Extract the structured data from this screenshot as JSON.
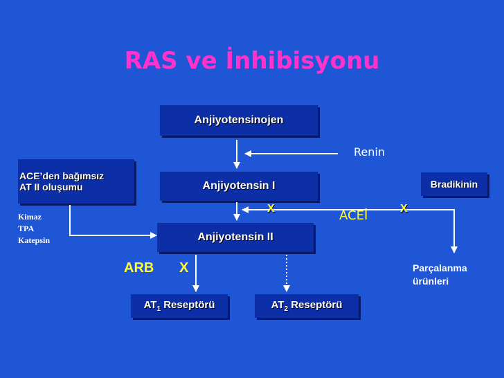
{
  "title": "RAS ve İnhibisyonu",
  "boxes": {
    "angiotensinogen": "Anjiyotensinojen",
    "angiotensin1": "Anjiyotensin I",
    "angiotensin2": "Anjiyotensin II",
    "ace_independent_line1": "ACE’den bağımsız",
    "ace_independent_line2": "AT II oluşumu",
    "bradykinin": "Bradikinin",
    "at1_prefix": "AT",
    "at1_sub": "1",
    "at1_suffix": " Reseptörü",
    "at2_prefix": "AT",
    "at2_sub": "2",
    "at2_suffix": " Reseptörü"
  },
  "labels": {
    "renin": "Renin",
    "acei": "ACEİ",
    "x_mark": "X",
    "arb": "ARB",
    "enzymes": [
      "Kimaz",
      "TPA",
      "Katepsin"
    ],
    "breakdown_line1": "Parçalanma",
    "breakdown_line2": "ürünleri"
  },
  "colors": {
    "background": "#1f56d6",
    "box": "#0c2fa8",
    "title": "#ff33cc",
    "highlight": "#ffff33",
    "text": "#ffffff"
  }
}
